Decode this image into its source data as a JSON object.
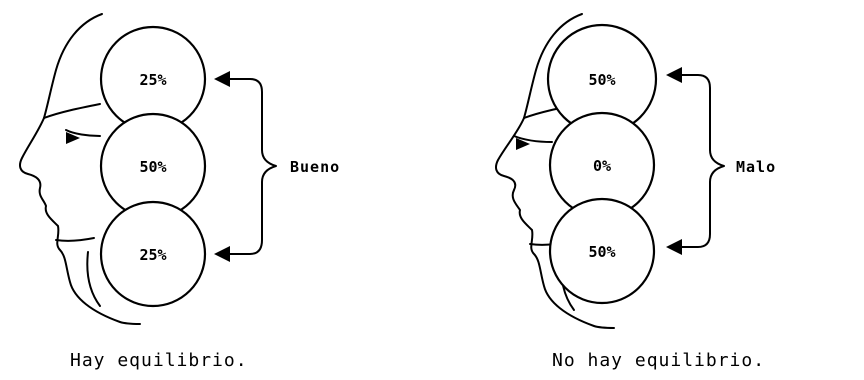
{
  "panels": [
    {
      "id": "left",
      "zones": [
        "25%",
        "50%",
        "25%"
      ],
      "label": "Bueno",
      "caption": "Hay equilibrio."
    },
    {
      "id": "right",
      "zones": [
        "50%",
        "0%",
        "50%"
      ],
      "label": "Malo",
      "caption": "No hay equilibrio."
    }
  ]
}
